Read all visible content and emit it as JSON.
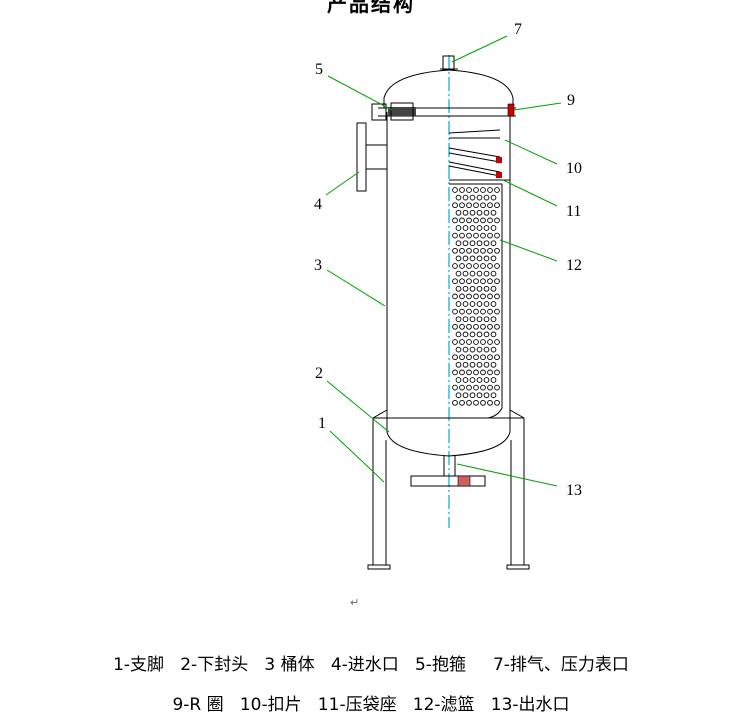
{
  "title": "产品结构",
  "callouts": [
    "7",
    "5",
    "9",
    "10",
    "4",
    "11",
    "12",
    "3",
    "2",
    "1",
    "13"
  ],
  "caption_line1": "1-支脚   2-下封头   3 桶体   4-进水口   5-抱箍     7-排气、压力表口",
  "caption_line2": "9-R 圈   10-扣片   11-压袋座   12-滤篮   13-出水口",
  "return_mark": "↵",
  "colors": {
    "leader": "#00a000",
    "axis": "#00a8e0",
    "accent": "#cc0000"
  }
}
